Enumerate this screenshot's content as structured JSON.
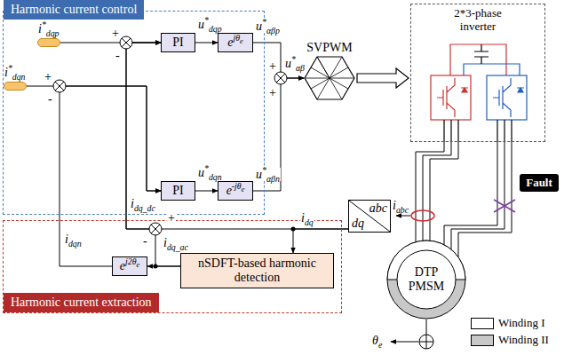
{
  "diagram": {
    "nodes": [
      {
        "text": [
          "Harmonic current control"
        ]
      },
      {
        "text": [
          "i*dqp"
        ],
        "in": 0
      },
      {
        "text": [
          "PI"
        ],
        "in": 0
      },
      {
        "text": [
          "ejθe"
        ],
        "in": 0
      },
      {
        "text": [
          "i*dqn"
        ],
        "in": 0
      },
      {
        "text": [
          "PI"
        ],
        "in": 0
      },
      {
        "text": [
          "e-jθe"
        ],
        "in": 0
      },
      {
        "text": [
          "SVPWM"
        ]
      },
      {
        "text": [
          "2*3-phase inverter"
        ]
      },
      {
        "text": [
          "Harmonic current extraction"
        ]
      },
      {
        "text": [
          "ej2θe"
        ],
        "in": 9
      },
      {
        "text": [
          "nSDFT-based harmonic detection"
        ],
        "in": 9
      },
      {
        "text": [
          "abc",
          "dq"
        ]
      },
      {
        "text": [
          "DTP PMSM"
        ]
      },
      {
        "text": [
          "Fault"
        ]
      }
    ],
    "edges": [
      {
        "from": 1,
        "to": 2,
        "arrow": "to"
      },
      {
        "from": 2,
        "to": 3,
        "arrow": "to"
      },
      {
        "from": 3,
        "to": 7,
        "arrow": "to"
      },
      {
        "from": 4,
        "to": 5,
        "arrow": "to"
      },
      {
        "from": 5,
        "to": 6,
        "arrow": "to"
      },
      {
        "from": 6,
        "to": 7,
        "arrow": "to"
      },
      {
        "from": 7,
        "to": 8,
        "arrow": "to"
      },
      {
        "from": 8,
        "to": 13,
        "arrow": "none"
      },
      {
        "from": 12,
        "to": 11,
        "arrow": "to"
      },
      {
        "from": 11,
        "to": 10,
        "arrow": "to"
      },
      {
        "from": 10,
        "to": 5,
        "arrow": "to"
      },
      {
        "from": 12,
        "to": 2,
        "arrow": "to"
      },
      {
        "from": 11,
        "to": 2,
        "arrow": "to"
      }
    ],
    "labels": [
      "u*dqp",
      "u*αβp",
      "u*dqn",
      "u*αβn",
      "u*αβ",
      "+",
      "-",
      "+",
      "-",
      "+",
      "+",
      "idq_dc",
      "+",
      "-",
      "idq",
      "idq_ac",
      "idqn",
      "iabc",
      "θe"
    ],
    "legend": [
      {
        "text": "Winding I",
        "color": "#ffffff"
      },
      {
        "text": "Winding II",
        "color": "#c8c8c8"
      }
    ]
  }
}
